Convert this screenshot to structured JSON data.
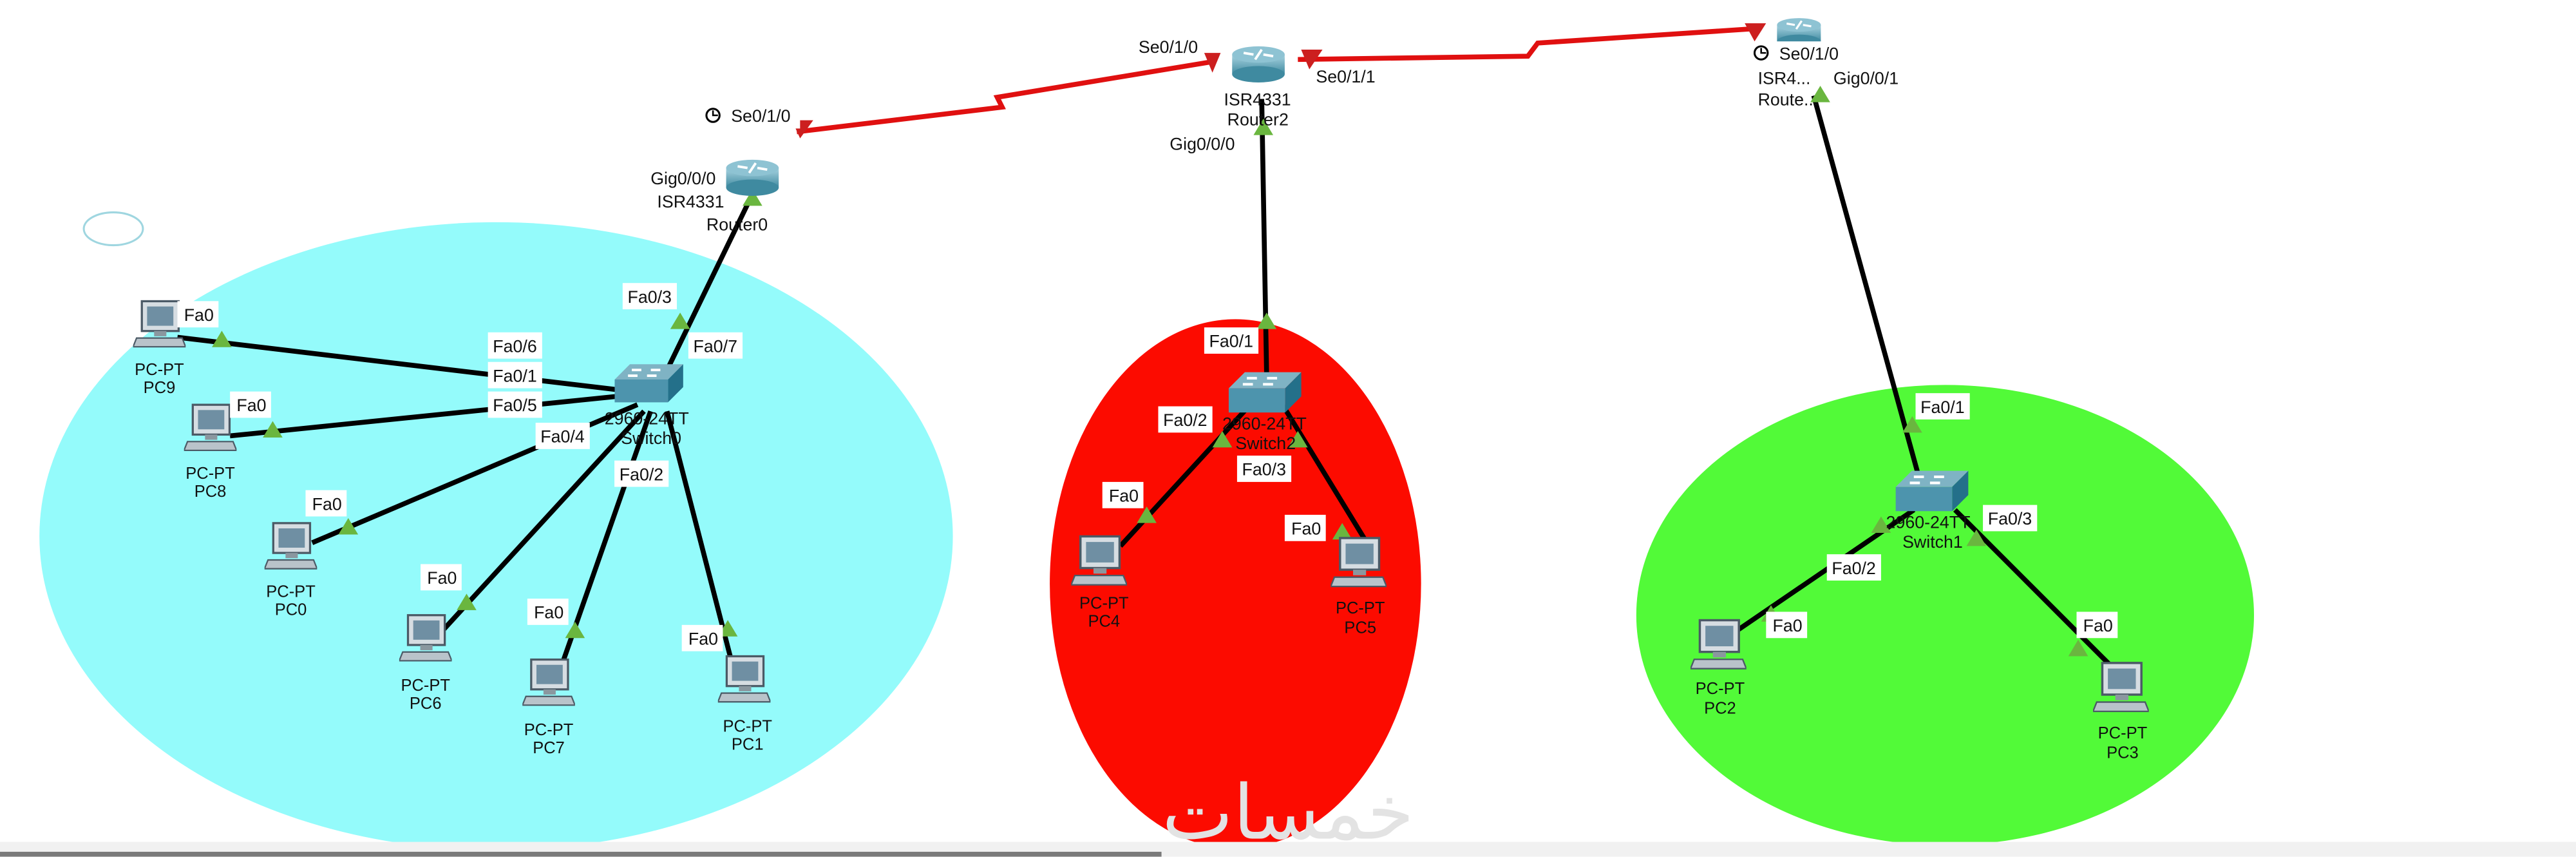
{
  "colors": {
    "lan0": "#94fbfb",
    "lan2": "#fc0b00",
    "lan1": "#52fa38",
    "serial": "#e01010",
    "ethernet": "#000000",
    "port_up": "#6ab63f"
  },
  "watermark": "خمسات",
  "routers": [
    {
      "id": "router0",
      "model": "ISR4331",
      "name": "Router0",
      "ports": {
        "serial": "Se0/1/0",
        "gig": "Gig0/0/0"
      }
    },
    {
      "id": "router2",
      "model": "ISR4331",
      "name": "Router2",
      "ports": {
        "serial_left": "Se0/1/0",
        "serial_right": "Se0/1/1",
        "gig": "Gig0/0/0"
      }
    },
    {
      "id": "router1",
      "model": "ISR4...",
      "name": "Route...",
      "ports": {
        "serial": "Se0/1/0",
        "gig": "Gig0/0/1"
      }
    }
  ],
  "switches": [
    {
      "id": "switch0",
      "model": "2960-24TT",
      "name": "Switch0",
      "ports": [
        "Fa0/3",
        "Fa0/7",
        "Fa0/6",
        "Fa0/1",
        "Fa0/5",
        "Fa0/4",
        "Fa0/2"
      ]
    },
    {
      "id": "switch2",
      "model": "2960-24TT",
      "name": "Switch2",
      "ports": [
        "Fa0/1",
        "Fa0/2",
        "Fa0/3"
      ]
    },
    {
      "id": "switch1",
      "model": "2960-24TT",
      "name": "Switch1",
      "ports": [
        "Fa0/1",
        "Fa0/2",
        "Fa0/3"
      ]
    }
  ],
  "pcs": [
    {
      "type": "PC-PT",
      "name": "PC9",
      "port": "Fa0"
    },
    {
      "type": "PC-PT",
      "name": "PC8",
      "port": "Fa0"
    },
    {
      "type": "PC-PT",
      "name": "PC0",
      "port": "Fa0"
    },
    {
      "type": "PC-PT",
      "name": "PC6",
      "port": "Fa0"
    },
    {
      "type": "PC-PT",
      "name": "PC7",
      "port": "Fa0"
    },
    {
      "type": "PC-PT",
      "name": "PC1",
      "port": "Fa0"
    },
    {
      "type": "PC-PT",
      "name": "PC4",
      "port": "Fa0"
    },
    {
      "type": "PC-PT",
      "name": "PC5",
      "port": "Fa0"
    },
    {
      "type": "PC-PT",
      "name": "PC2",
      "port": "Fa0"
    },
    {
      "type": "PC-PT",
      "name": "PC3",
      "port": "Fa0"
    }
  ]
}
